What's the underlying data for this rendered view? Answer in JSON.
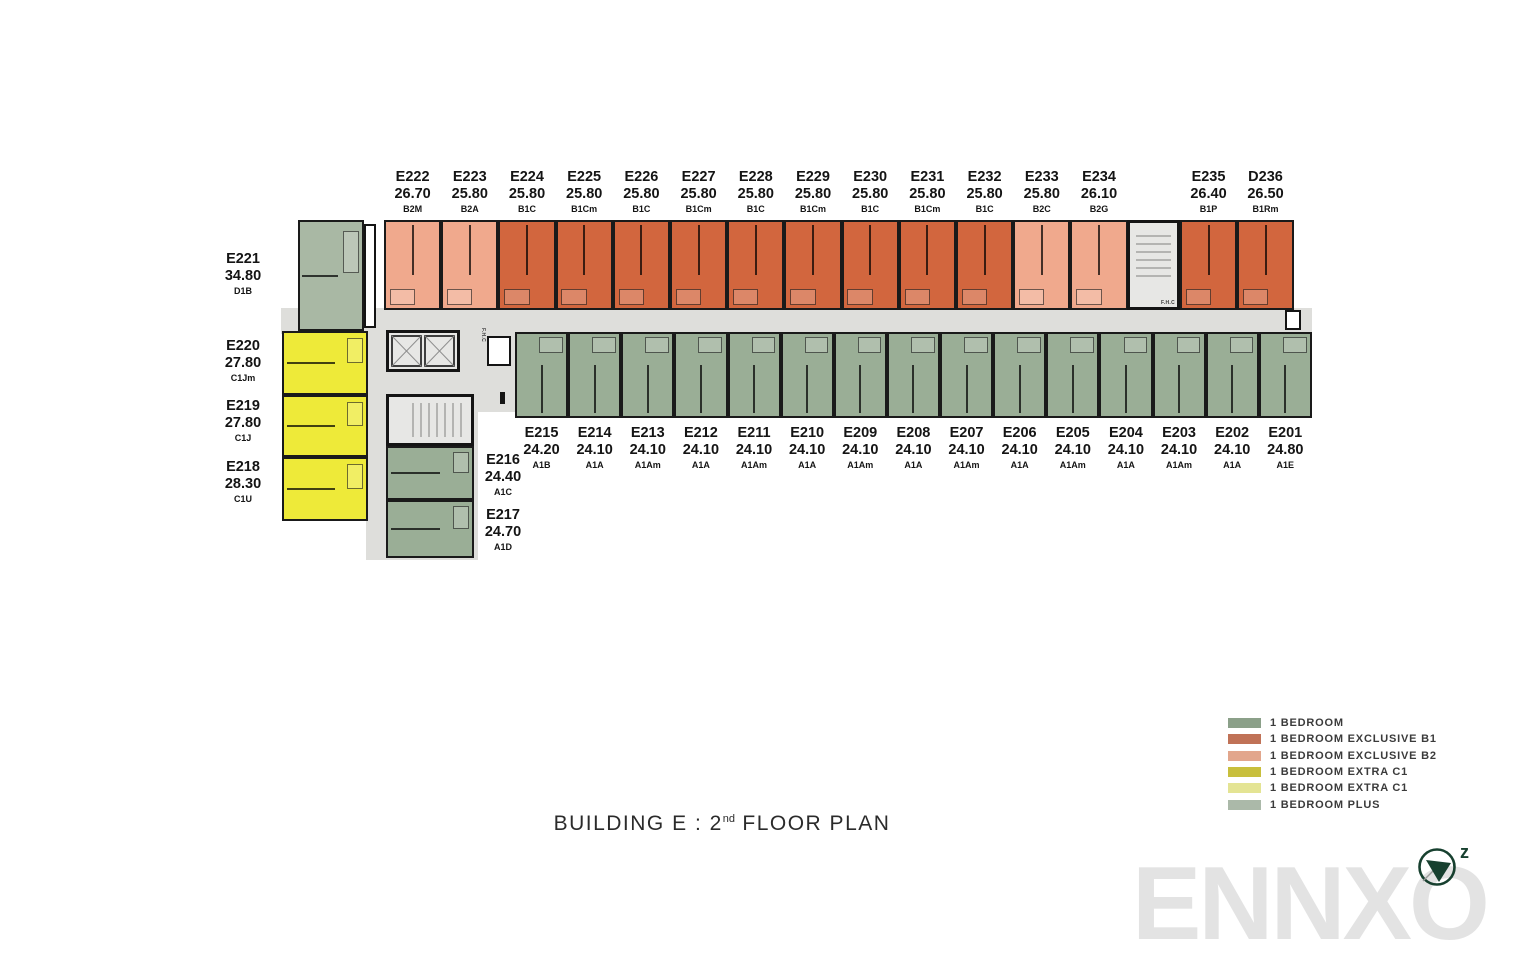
{
  "title": {
    "before": "BUILDING E : 2",
    "sup": "nd",
    "after": " FLOOR PLAN"
  },
  "watermark": "ENNXO",
  "compass_letter": "z",
  "core": {
    "fhc_label": "F.H.C"
  },
  "colors": {
    "bedroom_green": "#9AAE96",
    "exclusive_b1_orange": "#D2663E",
    "exclusive_b2_pink": "#F0A98D",
    "extra_c1_yellow": "#EEEA39",
    "plus_green": "#A9B8A4",
    "corridor_gray": "#DEDEDB",
    "core_gray": "#E7E7E5",
    "wall_black": "#141414",
    "compass_green": "#17402F",
    "watermark_gray": "#E3E3E3"
  },
  "legend": {
    "items": [
      {
        "label": "1 BEDROOM",
        "color": "#8BA089"
      },
      {
        "label": "1 BEDROOM EXCLUSIVE B1",
        "color": "#C07257"
      },
      {
        "label": "1 BEDROOM EXCLUSIVE B2",
        "color": "#E2A68C"
      },
      {
        "label": "1 BEDROOM EXTRA C1",
        "color": "#C8BF3C"
      },
      {
        "label": "1 BEDROOM EXTRA C1",
        "color": "#E4E494"
      },
      {
        "label": "1 BEDROOM PLUS",
        "color": "#ABB9A9"
      }
    ]
  },
  "units": {
    "top": [
      {
        "id": "E222",
        "area": "26.70",
        "type": "B2M",
        "zone": "exclusive_b2_pink"
      },
      {
        "id": "E223",
        "area": "25.80",
        "type": "B2A",
        "zone": "exclusive_b2_pink"
      },
      {
        "id": "E224",
        "area": "25.80",
        "type": "B1C",
        "zone": "exclusive_b1_orange"
      },
      {
        "id": "E225",
        "area": "25.80",
        "type": "B1Cm",
        "zone": "exclusive_b1_orange"
      },
      {
        "id": "E226",
        "area": "25.80",
        "type": "B1C",
        "zone": "exclusive_b1_orange"
      },
      {
        "id": "E227",
        "area": "25.80",
        "type": "B1Cm",
        "zone": "exclusive_b1_orange"
      },
      {
        "id": "E228",
        "area": "25.80",
        "type": "B1C",
        "zone": "exclusive_b1_orange"
      },
      {
        "id": "E229",
        "area": "25.80",
        "type": "B1Cm",
        "zone": "exclusive_b1_orange"
      },
      {
        "id": "E230",
        "area": "25.80",
        "type": "B1C",
        "zone": "exclusive_b1_orange"
      },
      {
        "id": "E231",
        "area": "25.80",
        "type": "B1Cm",
        "zone": "exclusive_b1_orange"
      },
      {
        "id": "E232",
        "area": "25.80",
        "type": "B1C",
        "zone": "exclusive_b1_orange"
      },
      {
        "id": "E233",
        "area": "25.80",
        "type": "B2C",
        "zone": "exclusive_b2_pink"
      },
      {
        "id": "E234",
        "area": "26.10",
        "type": "B2G",
        "zone": "exclusive_b2_pink"
      },
      {
        "id": "E235",
        "area": "26.40",
        "type": "B1P",
        "zone": "exclusive_b1_orange"
      },
      {
        "id": "D236",
        "area": "26.50",
        "type": "B1Rm",
        "zone": "exclusive_b1_orange"
      }
    ],
    "bottom": [
      {
        "id": "E215",
        "area": "24.20",
        "type": "A1B",
        "zone": "bedroom_green"
      },
      {
        "id": "E214",
        "area": "24.10",
        "type": "A1A",
        "zone": "bedroom_green"
      },
      {
        "id": "E213",
        "area": "24.10",
        "type": "A1Am",
        "zone": "bedroom_green"
      },
      {
        "id": "E212",
        "area": "24.10",
        "type": "A1A",
        "zone": "bedroom_green"
      },
      {
        "id": "E211",
        "area": "24.10",
        "type": "A1Am",
        "zone": "bedroom_green"
      },
      {
        "id": "E210",
        "area": "24.10",
        "type": "A1A",
        "zone": "bedroom_green"
      },
      {
        "id": "E209",
        "area": "24.10",
        "type": "A1Am",
        "zone": "bedroom_green"
      },
      {
        "id": "E208",
        "area": "24.10",
        "type": "A1A",
        "zone": "bedroom_green"
      },
      {
        "id": "E207",
        "area": "24.10",
        "type": "A1Am",
        "zone": "bedroom_green"
      },
      {
        "id": "E206",
        "area": "24.10",
        "type": "A1A",
        "zone": "bedroom_green"
      },
      {
        "id": "E205",
        "area": "24.10",
        "type": "A1Am",
        "zone": "bedroom_green"
      },
      {
        "id": "E204",
        "area": "24.10",
        "type": "A1A",
        "zone": "bedroom_green"
      },
      {
        "id": "E203",
        "area": "24.10",
        "type": "A1Am",
        "zone": "bedroom_green"
      },
      {
        "id": "E202",
        "area": "24.10",
        "type": "A1A",
        "zone": "bedroom_green"
      },
      {
        "id": "E201",
        "area": "24.80",
        "type": "A1E",
        "zone": "bedroom_green"
      }
    ],
    "left": [
      {
        "id": "E221",
        "area": "34.80",
        "type": "D1B",
        "zone": "plus_green"
      },
      {
        "id": "E220",
        "area": "27.80",
        "type": "C1Jm",
        "zone": "extra_c1_yellow"
      },
      {
        "id": "E219",
        "area": "27.80",
        "type": "C1J",
        "zone": "extra_c1_yellow"
      },
      {
        "id": "E218",
        "area": "28.30",
        "type": "C1U",
        "zone": "extra_c1_yellow"
      }
    ],
    "core": [
      {
        "id": "E216",
        "area": "24.40",
        "type": "A1C",
        "zone": "bedroom_green"
      },
      {
        "id": "E217",
        "area": "24.70",
        "type": "A1D",
        "zone": "bedroom_green"
      }
    ]
  }
}
